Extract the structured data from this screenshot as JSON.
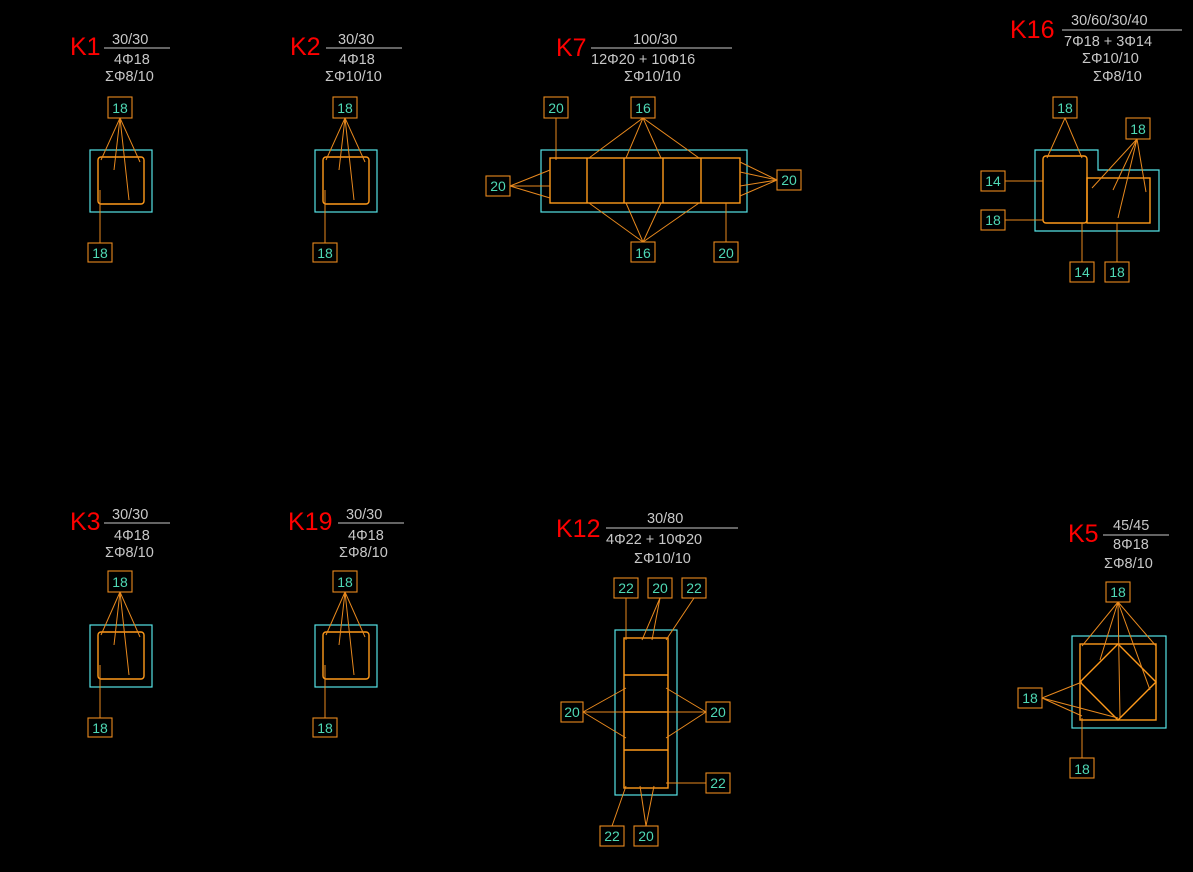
{
  "colors": {
    "background": "#000000",
    "column_id": "#ff0000",
    "spec_text": "#c8c8c8",
    "bar_tag": "#4fd9b5",
    "outline": "#55e3e6",
    "rebar": "#e8891e"
  },
  "columns": [
    {
      "key": "k1",
      "id": "K1",
      "dims": "30/30",
      "bars": "4Φ18",
      "stirrups": "ΣΦ8/10",
      "tags": {
        "top": "18",
        "bottom": "18"
      }
    },
    {
      "key": "k2",
      "id": "K2",
      "dims": "30/30",
      "bars": "4Φ18",
      "stirrups": "ΣΦ10/10",
      "tags": {
        "top": "18",
        "bottom": "18"
      }
    },
    {
      "key": "k7",
      "id": "K7",
      "dims": "100/30",
      "bars": "12Φ20 + 10Φ16",
      "stirrups": "ΣΦ10/10",
      "tags": {
        "top_left": "20",
        "top_mid": "16",
        "left": "20",
        "right": "20",
        "bottom_mid": "16",
        "bottom_right": "20"
      }
    },
    {
      "key": "k16",
      "id": "K16",
      "dims": "30/60/30/40",
      "bars": "7Φ18 + 3Φ14",
      "stirrups": "ΣΦ10/10",
      "stirrups2": "ΣΦ8/10",
      "tags": {
        "top_left": "18",
        "top_right": "18",
        "left_upper": "14",
        "left_lower": "18",
        "bottom_a": "14",
        "bottom_b": "18"
      }
    },
    {
      "key": "k3",
      "id": "K3",
      "dims": "30/30",
      "bars": "4Φ18",
      "stirrups": "ΣΦ8/10",
      "tags": {
        "top": "18",
        "bottom": "18"
      }
    },
    {
      "key": "k19",
      "id": "K19",
      "dims": "30/30",
      "bars": "4Φ18",
      "stirrups": "ΣΦ8/10",
      "tags": {
        "top": "18",
        "bottom": "18"
      }
    },
    {
      "key": "k12",
      "id": "K12",
      "dims": "30/80",
      "bars": "4Φ22 + 10Φ20",
      "stirrups": "ΣΦ10/10",
      "tags": {
        "top_a": "22",
        "top_b": "20",
        "top_c": "22",
        "left": "20",
        "right": "20",
        "right_low": "22",
        "bottom_a": "22",
        "bottom_b": "20"
      }
    },
    {
      "key": "k5",
      "id": "K5",
      "dims": "45/45",
      "bars": "8Φ18",
      "stirrups": "ΣΦ8/10",
      "tags": {
        "top": "18",
        "left": "18",
        "bottom": "18"
      }
    }
  ]
}
